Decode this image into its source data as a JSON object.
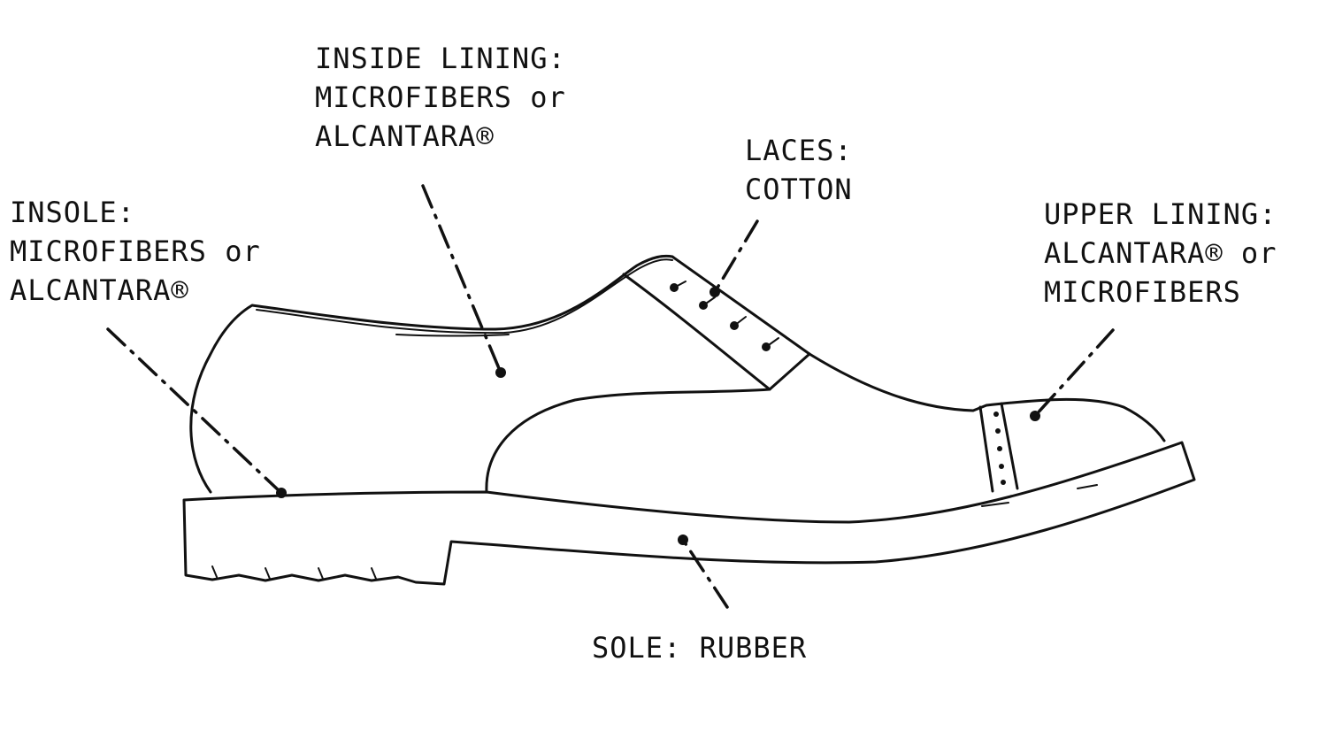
{
  "labels": {
    "inside_lining": {
      "line1": "INSIDE LINING:",
      "line2": "MICROFIBERS or",
      "line3": "ALCANTARA®"
    },
    "laces": {
      "line1": "LACES:",
      "line2": "COTTON"
    },
    "insole": {
      "line1": "INSOLE:",
      "line2": "MICROFIBERS or",
      "line3": "ALCANTARA®"
    },
    "upper_lining": {
      "line1": "UPPER LINING:",
      "line2": "ALCANTARA® or",
      "line3": "MICROFIBERS"
    },
    "sole": {
      "line1": "SOLE: RUBBER"
    }
  }
}
